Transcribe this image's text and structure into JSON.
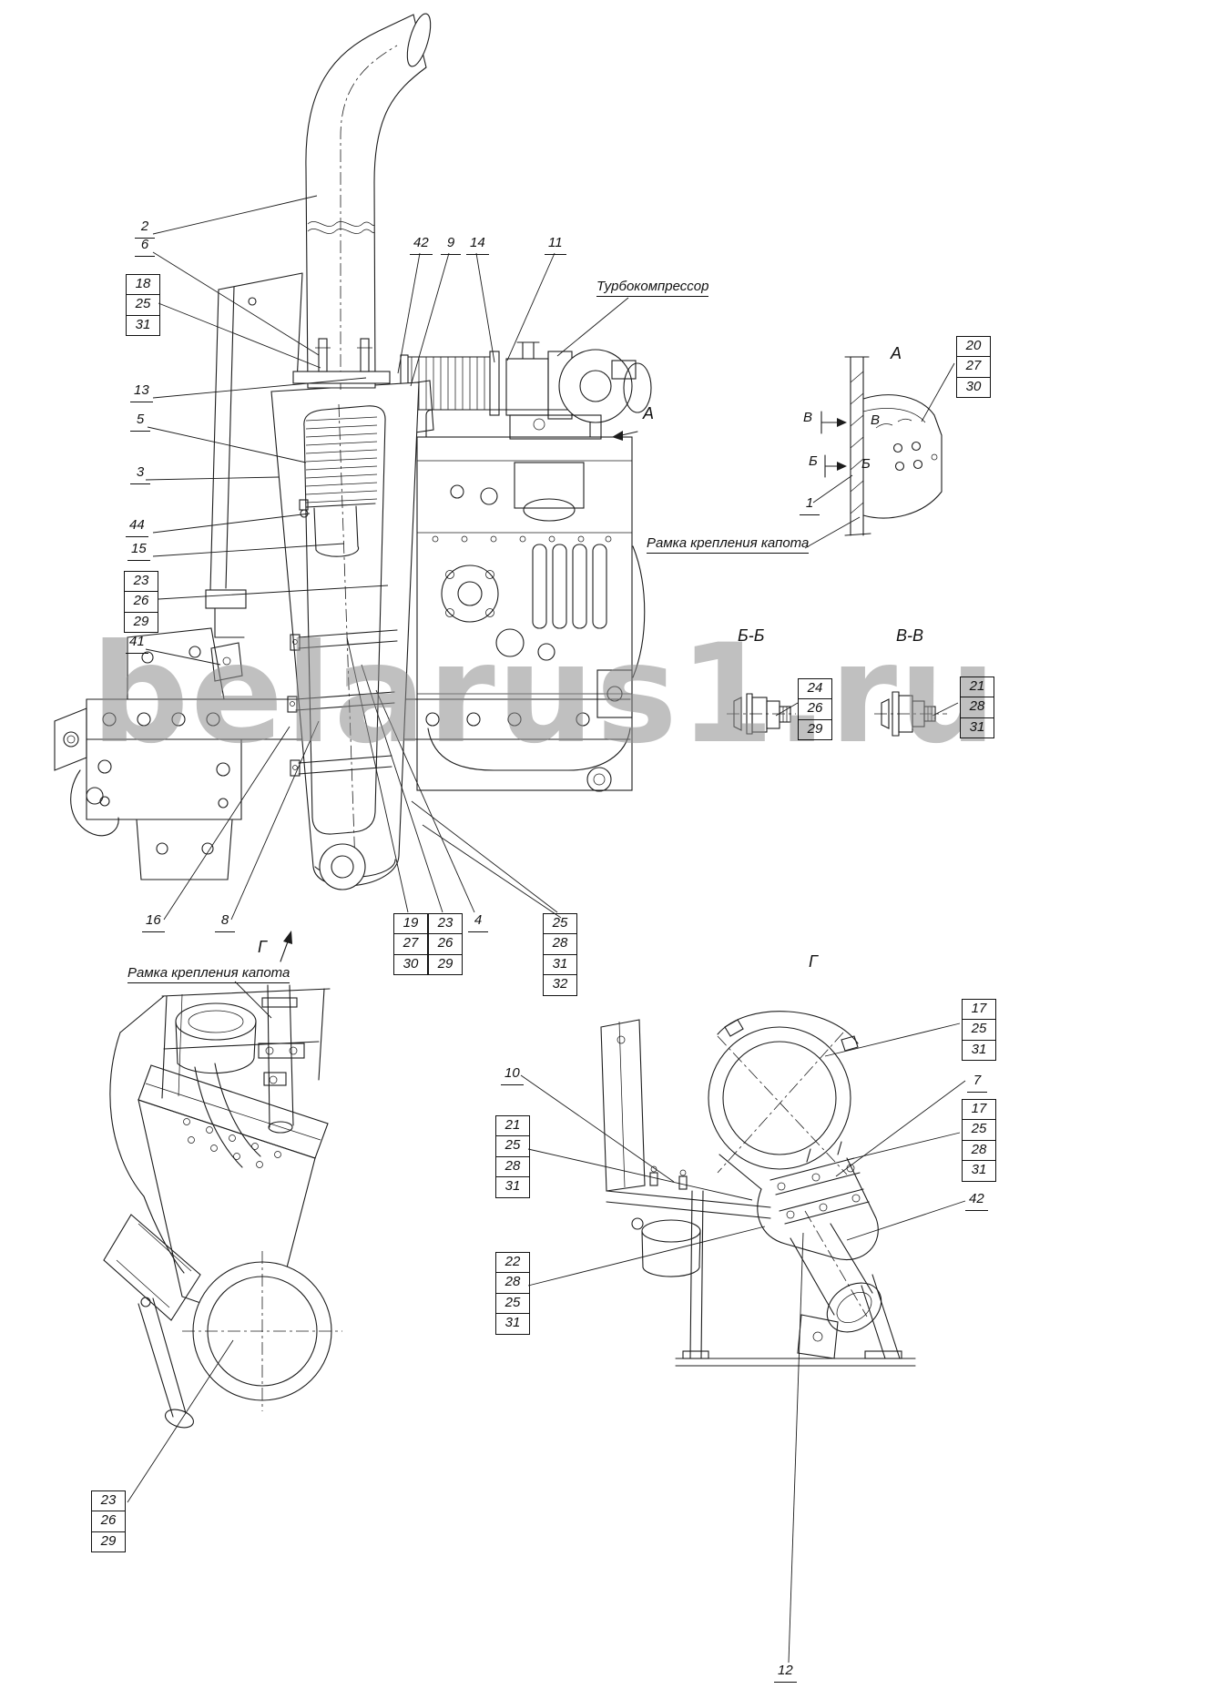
{
  "watermark": "belarus1.ru",
  "labels": {
    "turbocompressor": "Турбокомпрессор",
    "hood_frame_detail_a": "Рамка крепления капота",
    "hood_frame_view_g": "Рамка крепления капота",
    "view_a_arrow": "А",
    "detail_a_title": "А",
    "section_b_marker_left": "Б",
    "section_b_marker_right": "Б",
    "section_v_marker_left": "В",
    "section_v_marker_right": "В",
    "section_bb_title": "Б-Б",
    "section_vv_title": "В-В",
    "view_g_marker": "Г",
    "view_g_title": "Г"
  },
  "callouts": {
    "c2": [
      "2"
    ],
    "c6": [
      "6"
    ],
    "s18": [
      "18",
      "25",
      "31"
    ],
    "c13": [
      "13"
    ],
    "c5": [
      "5"
    ],
    "c3": [
      "3"
    ],
    "c44": [
      "44"
    ],
    "c15": [
      "15"
    ],
    "s23a": [
      "23",
      "26",
      "29"
    ],
    "c41": [
      "41"
    ],
    "c16": [
      "16"
    ],
    "c8": [
      "8"
    ],
    "c42": [
      "42"
    ],
    "c9": [
      "9"
    ],
    "c14": [
      "14"
    ],
    "c11": [
      "11"
    ],
    "s19": [
      "19",
      "27",
      "30"
    ],
    "s23b": [
      "23",
      "26",
      "29"
    ],
    "c4": [
      "4"
    ],
    "s25": [
      "25",
      "28",
      "31",
      "32"
    ],
    "s20": [
      "20",
      "27",
      "30"
    ],
    "c1": [
      "1"
    ],
    "s24": [
      "24",
      "26",
      "29"
    ],
    "s21a": [
      "21",
      "28",
      "31"
    ],
    "s23c": [
      "23",
      "26",
      "29"
    ],
    "c10": [
      "10"
    ],
    "s21b": [
      "21",
      "25",
      "28",
      "31"
    ],
    "s22": [
      "22",
      "28",
      "25",
      "31"
    ],
    "s17a": [
      "17",
      "25",
      "31"
    ],
    "c7": [
      "7"
    ],
    "s17b": [
      "17",
      "25",
      "28",
      "31"
    ],
    "c42b": [
      "42"
    ],
    "c12": [
      "12"
    ]
  }
}
